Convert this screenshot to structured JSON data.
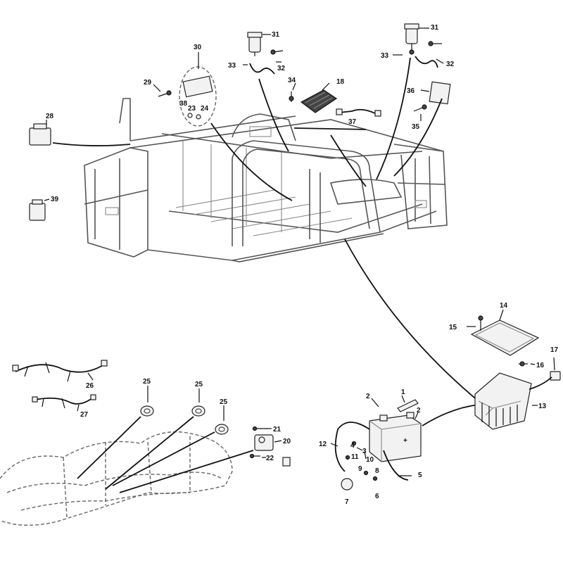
{
  "diagram": {
    "part_labels": [
      "1",
      "2",
      "2",
      "3",
      "4",
      "5",
      "6",
      "7",
      "8",
      "9",
      "10",
      "11",
      "12",
      "13",
      "14",
      "15",
      "16",
      "17",
      "18",
      "20",
      "21",
      "22",
      "23",
      "24",
      "25",
      "25",
      "25",
      "26",
      "27",
      "28",
      "29",
      "30",
      "31",
      "31",
      "32",
      "32",
      "33",
      "33",
      "34",
      "35",
      "36",
      "37",
      "38",
      "39"
    ]
  },
  "colors": {
    "ink": "#111111",
    "frame": "#555555",
    "background": "#ffffff"
  }
}
